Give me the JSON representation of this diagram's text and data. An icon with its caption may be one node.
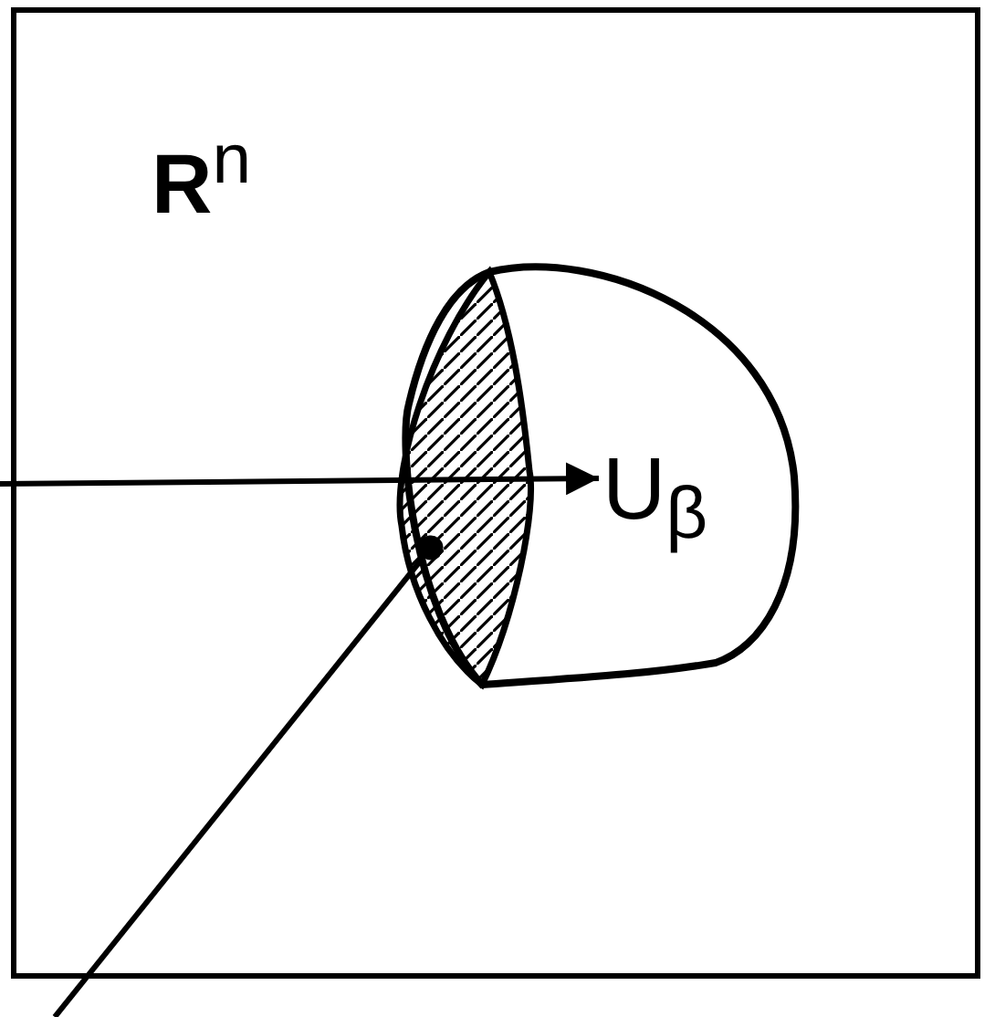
{
  "diagram": {
    "nodes": [
      {
        "text": [
          "**R**$^{n}$"
        ]
      },
      {
        "text": [],
        "shape": "blob",
        "in": 0
      },
      {
        "text": [],
        "shape": "lens",
        "in": 1
      },
      {
        "text": [
          "U$_{β}$"
        ],
        "in": 1
      }
    ],
    "edges": [
      {
        "from": null,
        "to": 3,
        "arrow": "to"
      },
      {
        "from": null,
        "to": 2,
        "arrow": "other"
      }
    ]
  }
}
